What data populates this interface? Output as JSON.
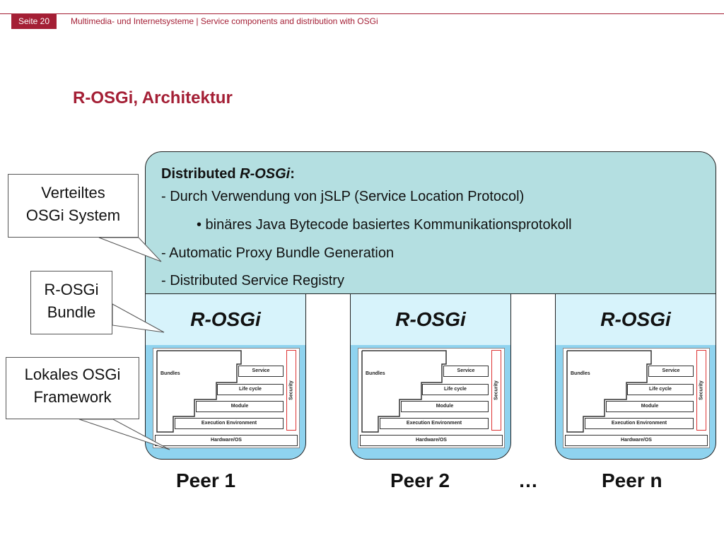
{
  "header": {
    "page_label": "Seite 20",
    "title": "Multimedia- und Internetsysteme | Service components and distribution with OSGi"
  },
  "slide_title": "R-OSGi, Architektur",
  "distributed_box": {
    "heading_prefix": "Distributed ",
    "heading_italic": "R-OSGi",
    "heading_suffix": ":",
    "lines": [
      "- Durch Verwendung von jSLP (Service Location Protocol)",
      "• binäres Java Bytecode basiertes Kommunikationsprotokoll",
      "- Automatic Proxy Bundle Generation",
      "- Distributed Service Registry"
    ]
  },
  "callouts": [
    {
      "line1": "Verteiltes",
      "line2": "OSGi System"
    },
    {
      "line1": "R-OSGi",
      "line2": "Bundle"
    },
    {
      "line1": "Lokales OSGi",
      "line2": "Framework"
    }
  ],
  "peers": [
    {
      "rosgi_label": "R-OSGi",
      "name": "Peer 1"
    },
    {
      "rosgi_label": "R-OSGi",
      "name": "Peer 2"
    },
    {
      "rosgi_label": "R-OSGi",
      "name": "Peer n"
    }
  ],
  "ellipsis": "…",
  "framework_layers": {
    "bundles": "Bundles",
    "service": "Service",
    "lifecycle": "Life cycle",
    "module": "Module",
    "execution": "Execution Environment",
    "hardware": "Hardware/OS",
    "security": "Security"
  },
  "colors": {
    "accent": "#a41f35",
    "distributed_fill": "#b4dfe1",
    "rosgi_fill": "#d7f3fb",
    "framework_fill": "#8fd3ef",
    "security_border": "#dd3333"
  }
}
